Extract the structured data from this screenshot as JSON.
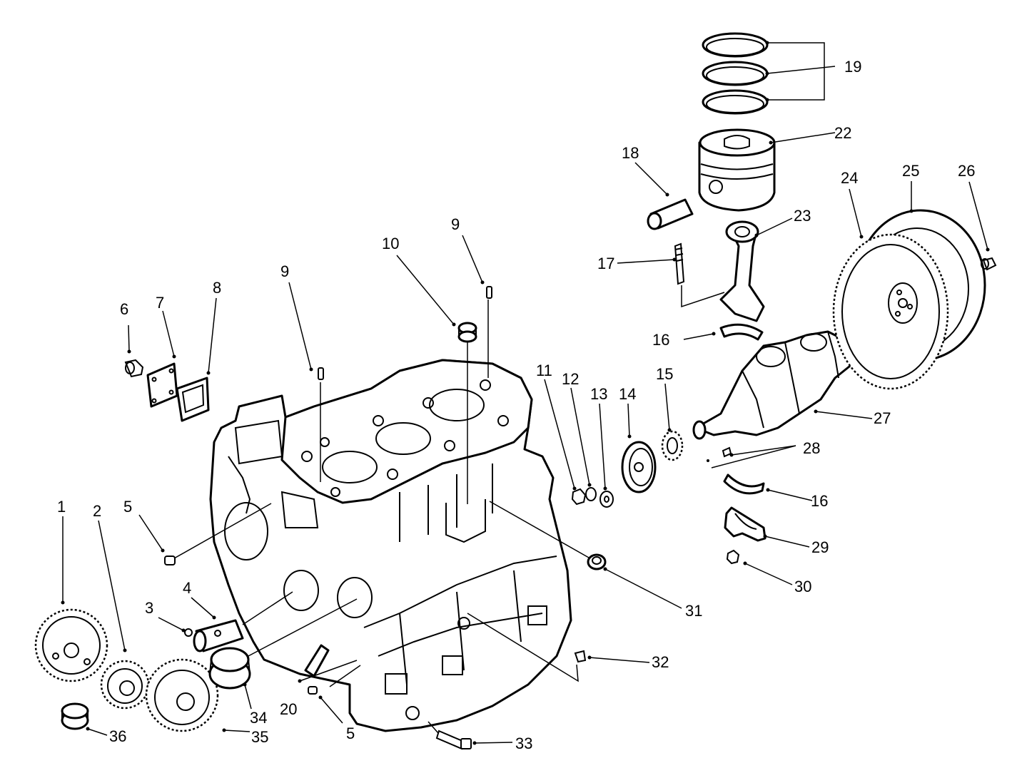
{
  "callouts": [
    {
      "id": "c1",
      "label": "1"
    },
    {
      "id": "c2",
      "label": "2"
    },
    {
      "id": "c3",
      "label": "3"
    },
    {
      "id": "c4",
      "label": "4"
    },
    {
      "id": "c5a",
      "label": "5"
    },
    {
      "id": "c5b",
      "label": "5"
    },
    {
      "id": "c6",
      "label": "6"
    },
    {
      "id": "c7",
      "label": "7"
    },
    {
      "id": "c8",
      "label": "8"
    },
    {
      "id": "c9a",
      "label": "9"
    },
    {
      "id": "c9b",
      "label": "9"
    },
    {
      "id": "c10",
      "label": "10"
    },
    {
      "id": "c11",
      "label": "11"
    },
    {
      "id": "c12",
      "label": "12"
    },
    {
      "id": "c13",
      "label": "13"
    },
    {
      "id": "c14",
      "label": "14"
    },
    {
      "id": "c15",
      "label": "15"
    },
    {
      "id": "c16a",
      "label": "16"
    },
    {
      "id": "c16b",
      "label": "16"
    },
    {
      "id": "c17",
      "label": "17"
    },
    {
      "id": "c18",
      "label": "18"
    },
    {
      "id": "c19",
      "label": "19"
    },
    {
      "id": "c20",
      "label": "20"
    },
    {
      "id": "c22",
      "label": "22"
    },
    {
      "id": "c23",
      "label": "23"
    },
    {
      "id": "c24",
      "label": "24"
    },
    {
      "id": "c25",
      "label": "25"
    },
    {
      "id": "c26",
      "label": "26"
    },
    {
      "id": "c27",
      "label": "27"
    },
    {
      "id": "c28",
      "label": "28"
    },
    {
      "id": "c29",
      "label": "29"
    },
    {
      "id": "c30",
      "label": "30"
    },
    {
      "id": "c31",
      "label": "31"
    },
    {
      "id": "c32",
      "label": "32"
    },
    {
      "id": "c33",
      "label": "33"
    },
    {
      "id": "c34",
      "label": "34"
    },
    {
      "id": "c35",
      "label": "35"
    },
    {
      "id": "c36",
      "label": "36"
    }
  ]
}
